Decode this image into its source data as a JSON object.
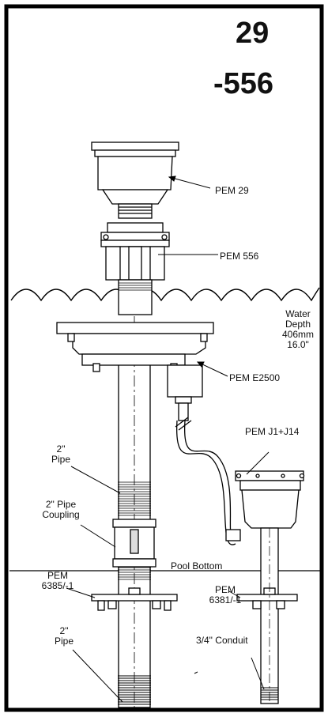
{
  "title": {
    "line1": "29",
    "line2": "-556"
  },
  "labels": {
    "pem29": "PEM 29",
    "pem556": "PEM 556",
    "water_depth": "Water\nDepth\n406mm\n16.0\"",
    "pem_e2500": "PEM E2500",
    "pem_j1_j14": "PEM J1+J14",
    "pipe_upper": "2\"\nPipe",
    "pipe_coupling": "2\" Pipe\nCoupling",
    "pool_bottom": "Pool Bottom",
    "pem_6385": "PEM\n6385/-1",
    "pem_6381": "PEM\n6381/-1",
    "pipe_lower": "2\"\nPipe",
    "conduit": "3/4\" Conduit"
  }
}
